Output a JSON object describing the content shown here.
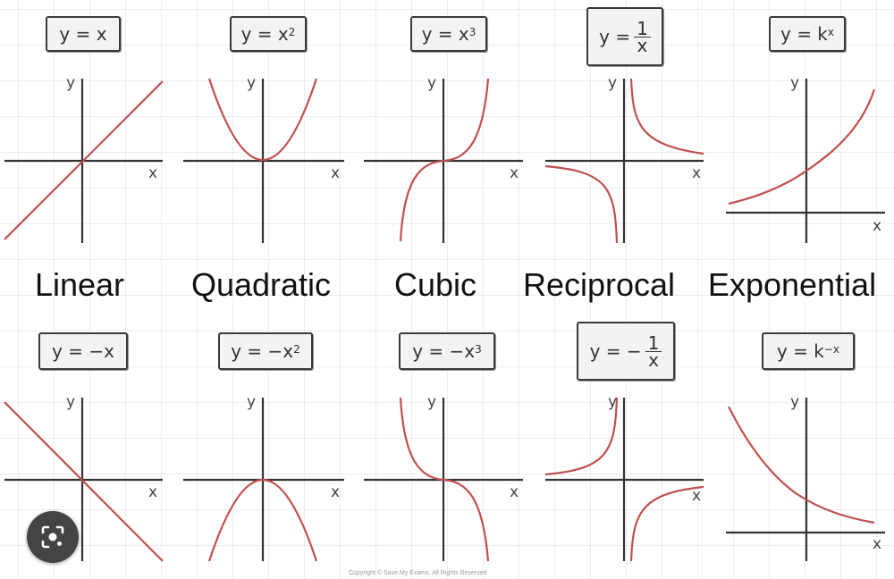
{
  "top_row": [
    {
      "formula_base": "y = x",
      "formula_sup": "",
      "type": "Linear"
    },
    {
      "formula_base": "y = x",
      "formula_sup": "2",
      "type": "Quadratic"
    },
    {
      "formula_base": "y = x",
      "formula_sup": "3",
      "type": "Cubic"
    },
    {
      "formula_prefix": "y = ",
      "frac_num": "1",
      "frac_den": "x",
      "type": "Reciprocal"
    },
    {
      "formula_base": "y = k",
      "formula_sup": "x",
      "type": "Exponential"
    }
  ],
  "bottom_row": [
    {
      "formula_base": "y = −x",
      "formula_sup": ""
    },
    {
      "formula_base": "y = −x",
      "formula_sup": "2"
    },
    {
      "formula_base": "y = −x",
      "formula_sup": "3"
    },
    {
      "formula_prefix": "y = −",
      "frac_num": "1",
      "frac_den": "x"
    },
    {
      "formula_base": "y = k",
      "formula_sup": "−x"
    }
  ],
  "axis_labels": {
    "x": "x",
    "y": "y"
  },
  "curve_color": "#c0504d",
  "axis_color": "#333333",
  "footer_note": "Copyright © Save My Exams. All Rights Reserved",
  "lens_icon": "camera-lens-icon"
}
